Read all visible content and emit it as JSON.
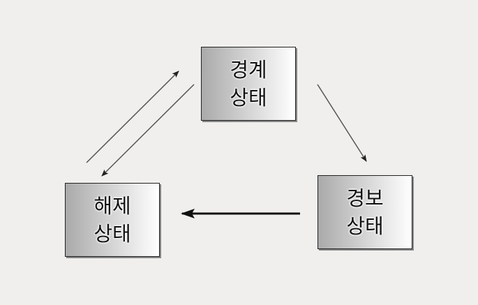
{
  "states": {
    "alert": {
      "line1": "경계",
      "line2": "상태"
    },
    "release": {
      "line1": "해제",
      "line2": "상태"
    },
    "alarm": {
      "line1": "경보",
      "line2": "상태"
    }
  },
  "transitions": [
    {
      "from": "release",
      "to": "alert"
    },
    {
      "from": "alert",
      "to": "release"
    },
    {
      "from": "alert",
      "to": "alarm"
    },
    {
      "from": "alarm",
      "to": "release"
    }
  ]
}
